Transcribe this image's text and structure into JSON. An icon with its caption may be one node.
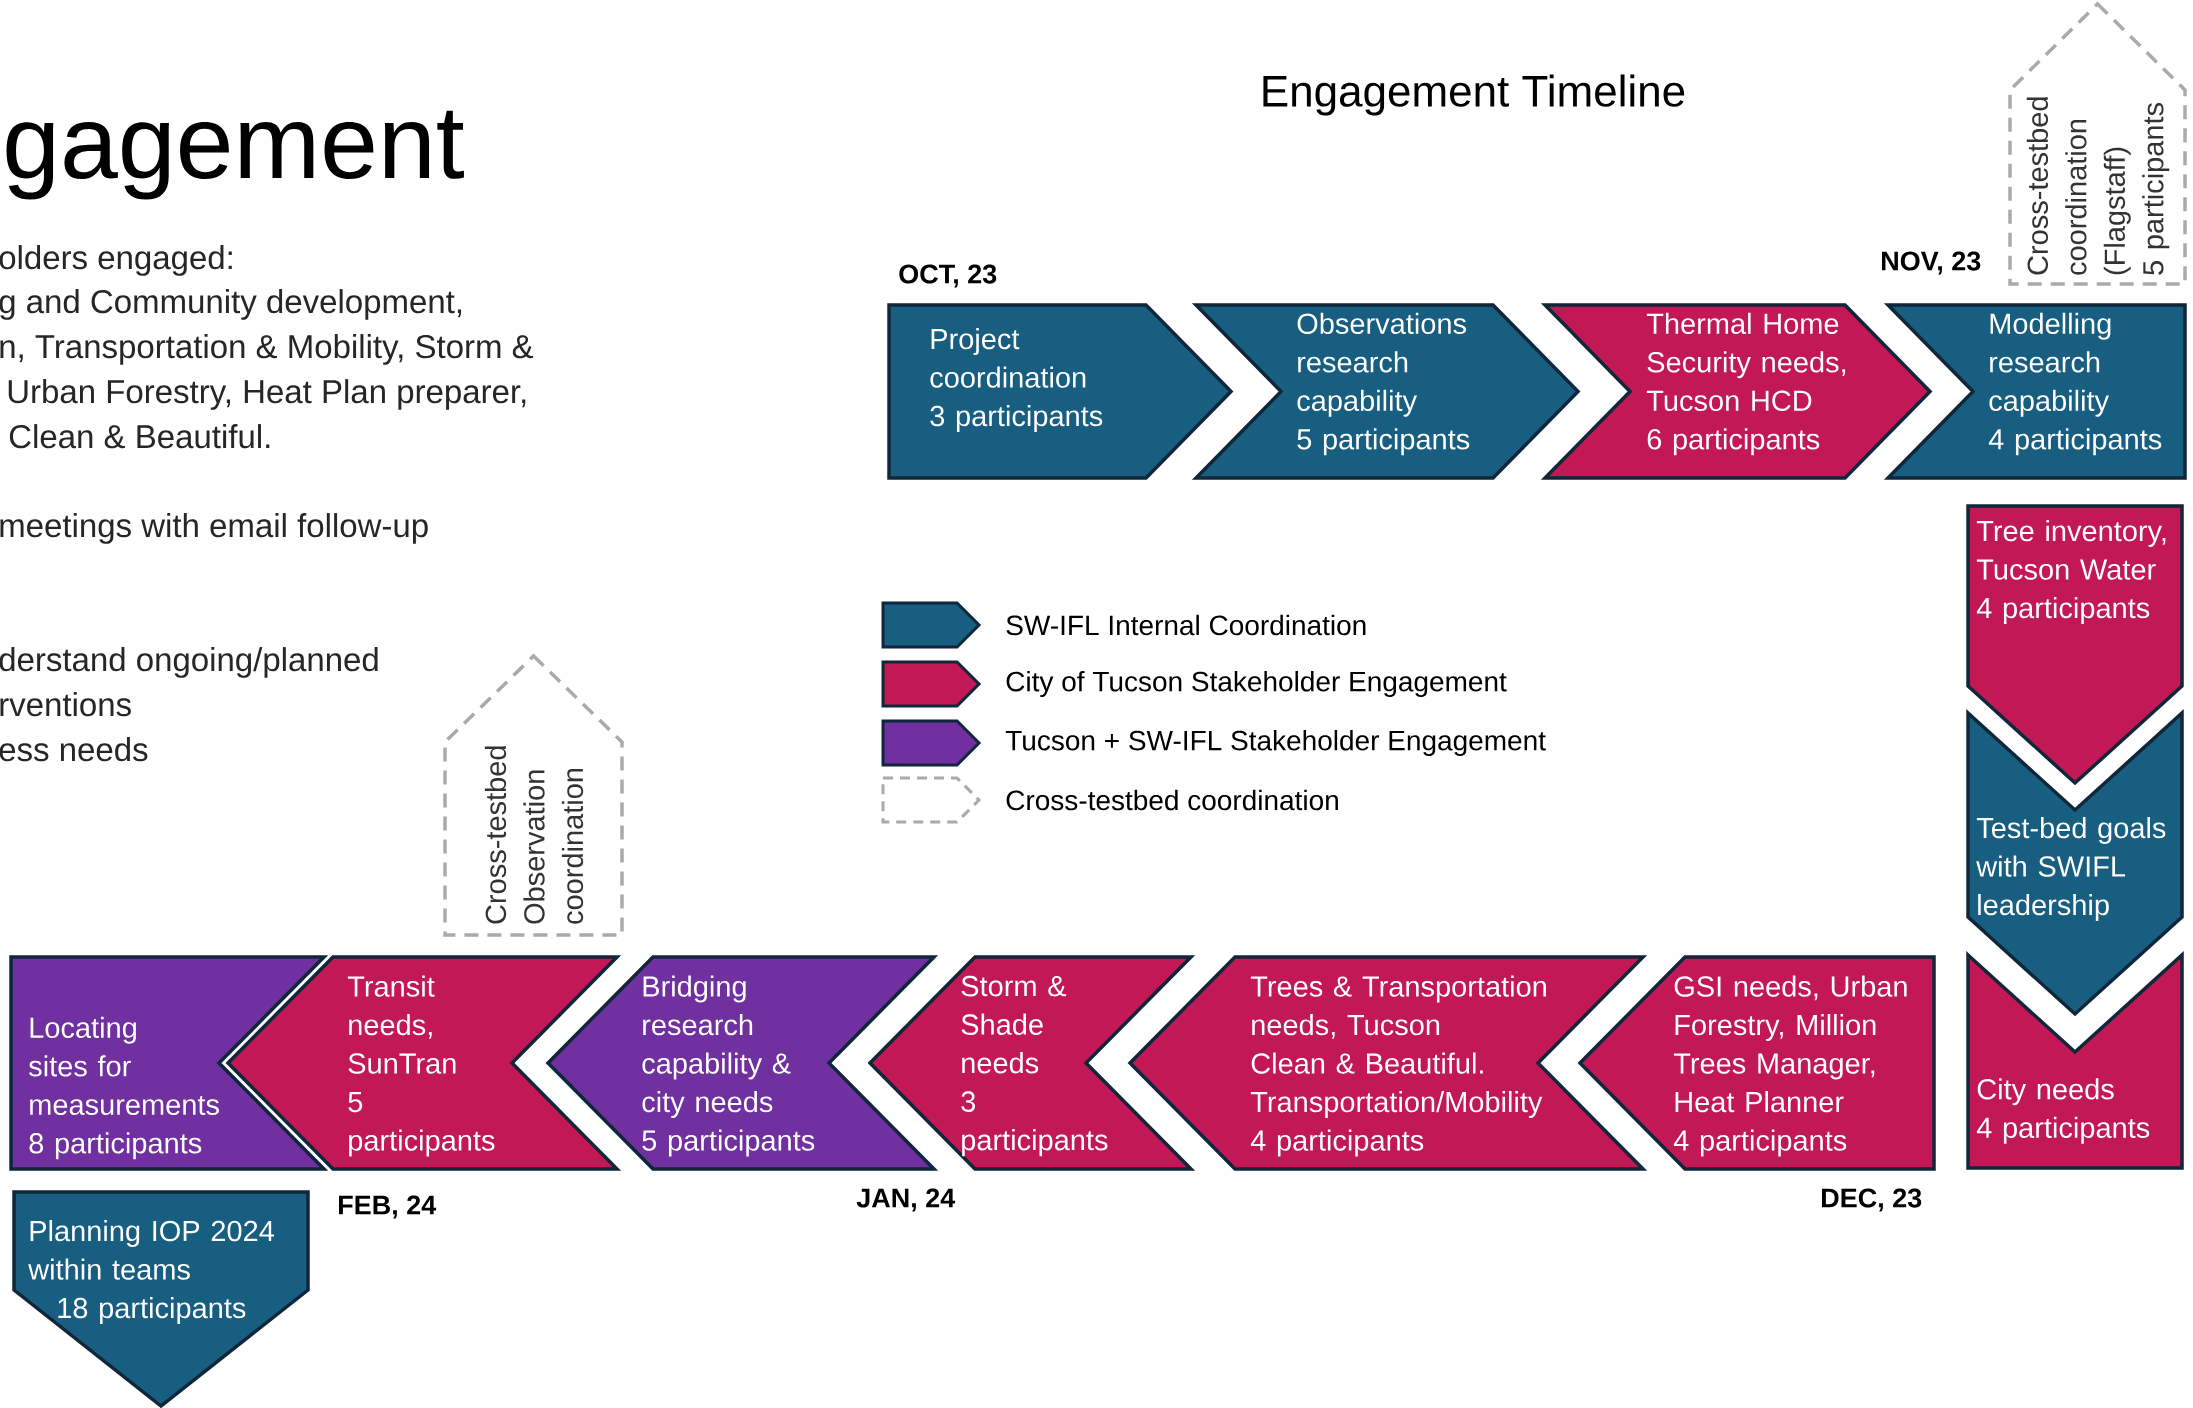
{
  "diagram": {
    "title": "Engagement Timeline",
    "nodes": [
      {
        "text": [
          "Project coordination",
          "3 participants"
        ]
      },
      {
        "text": [
          "Observations research capability",
          "5 participants"
        ]
      },
      {
        "text": [
          "Thermal Home Security needs, Tucson HCD",
          "6 participants"
        ]
      },
      {
        "text": [
          "Modelling research capability",
          "4 participants"
        ]
      },
      {
        "text": [
          "Cross-testbed coordination (Flagstaff)",
          "5 participants"
        ]
      },
      {
        "text": [
          "Tree inventory, Tucson Water",
          "4 participants"
        ]
      },
      {
        "text": [
          "Test-bed goals with SWIFL leadership"
        ]
      },
      {
        "text": [
          "City needs",
          "4 participants"
        ]
      },
      {
        "text": [
          "GSI needs, Urban Forestry, Million Trees Manager, Heat Planner",
          "4 participants"
        ]
      },
      {
        "text": [
          "Trees & Transportation needs, Tucson Clean & Beautiful. Transportation/Mobility",
          "4 participants"
        ]
      },
      {
        "text": [
          "Storm & Shade needs",
          "3 participants"
        ]
      },
      {
        "text": [
          "Bridging research capability & city needs",
          "5 participants"
        ]
      },
      {
        "text": [
          "Transit needs, SunTran",
          "5 participants"
        ]
      },
      {
        "text": [
          "Locating sites for measurements",
          "8 participants"
        ]
      },
      {
        "text": [
          "Cross-testbed Observation coordination"
        ]
      },
      {
        "text": [
          "Planning IOP 2024 within teams",
          "18 participants"
        ]
      }
    ],
    "labels": [
      "gagement",
      "olders engaged:",
      "g and Community development,",
      "n, Transportation & Mobility, Storm &",
      "Urban Forestry, Heat Plan preparer,",
      "Clean & Beautiful.",
      "meetings with email follow-up",
      "derstand ongoing/planned",
      "rventions",
      "ess needs",
      "OCT, 23",
      "NOV, 23",
      "FEB, 24",
      "JAN, 24",
      "DEC, 23"
    ],
    "legend": [
      {
        "text": "SW-IFL Internal Coordination",
        "color": "#185e80"
      },
      {
        "text": "City of Tucson Stakeholder Engagement",
        "color": "#c21855"
      },
      {
        "text": "Tucson + SW-IFL Stakeholder Engagement",
        "color": "#7030a0"
      },
      {
        "text": "Cross-testbed coordination"
      }
    ]
  }
}
